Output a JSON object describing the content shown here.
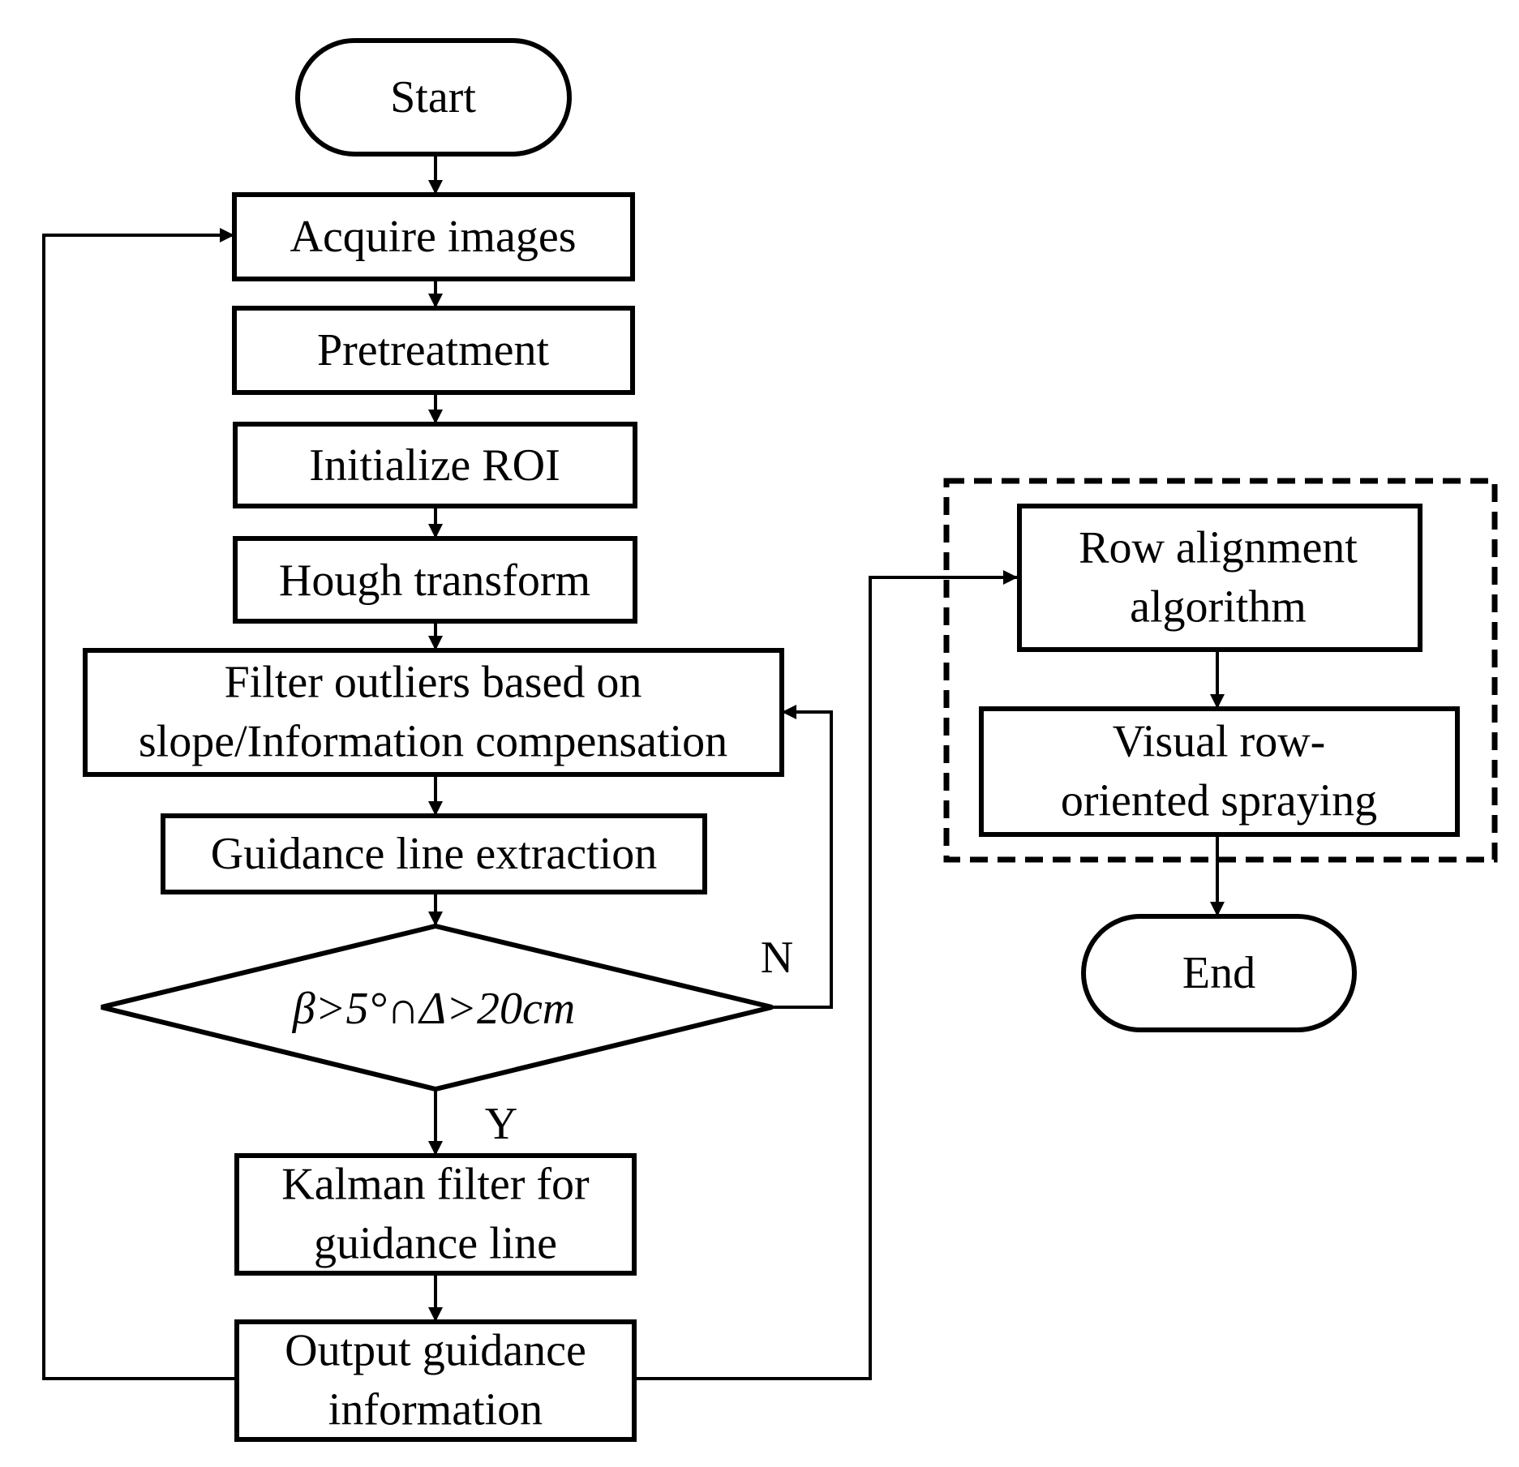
{
  "nodes": {
    "start": [
      "Start"
    ],
    "acquire": [
      "Acquire images"
    ],
    "pretreat": [
      "Pretreatment"
    ],
    "roi": [
      "Initialize ROI"
    ],
    "hough": [
      "Hough transform"
    ],
    "filter": [
      "Filter outliers based on",
      "slope/Information compensation"
    ],
    "guide": [
      "Guidance line extraction"
    ],
    "decision": [
      "β>5°∩Δ>20cm"
    ],
    "kalman": [
      "Kalman filter for",
      "guidance line"
    ],
    "output": [
      "Output guidance",
      "information"
    ],
    "row_align": [
      "Row alignment",
      "algorithm"
    ],
    "spray": [
      "Visual row-",
      "oriented spraying"
    ],
    "end": [
      "End"
    ]
  },
  "labels": {
    "no": "N",
    "yes": "Y"
  },
  "colors": {
    "stroke": "#000000",
    "fill": "#ffffff",
    "text": "#000000"
  }
}
